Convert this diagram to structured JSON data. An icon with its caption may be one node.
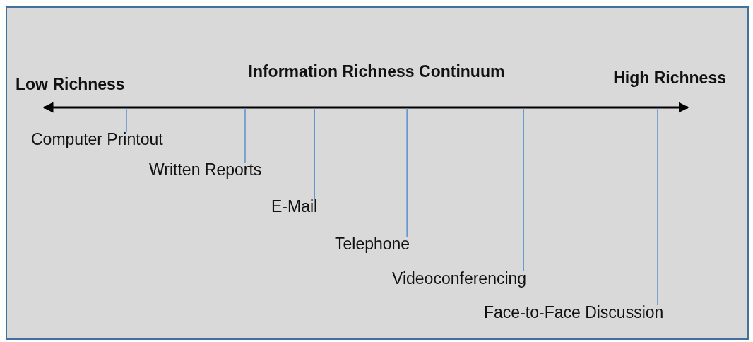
{
  "diagram": {
    "title": "Information Richness Continuum",
    "nodes": [
      {
        "text": [
          "Computer Printout"
        ]
      },
      {
        "text": [
          "Written Reports"
        ]
      },
      {
        "text": [
          "E-Mail"
        ]
      },
      {
        "text": [
          "Telephone"
        ]
      },
      {
        "text": [
          "Videoconferencing"
        ]
      },
      {
        "text": [
          "Face-to-Face Discussion"
        ]
      }
    ],
    "edges": [
      {
        "from": 0,
        "to": null,
        "arrow": "none"
      },
      {
        "from": 1,
        "to": null,
        "arrow": "none"
      },
      {
        "from": 2,
        "to": null,
        "arrow": "none"
      },
      {
        "from": 3,
        "to": null,
        "arrow": "none"
      },
      {
        "from": 4,
        "to": null,
        "arrow": "none"
      },
      {
        "from": 5,
        "to": null,
        "arrow": "none"
      }
    ],
    "labels": [
      "Low Richness",
      "High Richness"
    ]
  }
}
